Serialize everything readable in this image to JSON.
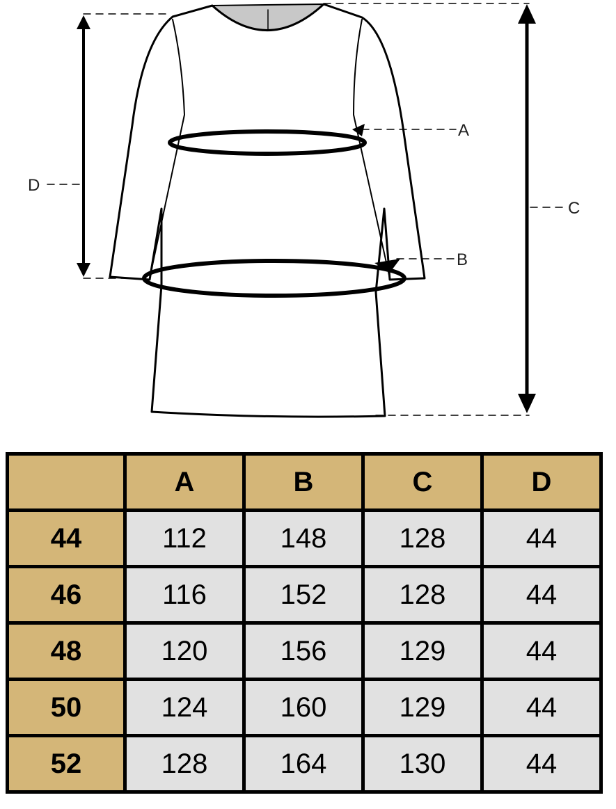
{
  "diagram": {
    "labels": {
      "A": "A",
      "B": "B",
      "C": "C",
      "D": "D"
    }
  },
  "size_table": {
    "columns": [
      "",
      "A",
      "B",
      "C",
      "D"
    ],
    "rows": [
      {
        "size": "44",
        "values": [
          "112",
          "148",
          "128",
          "44"
        ]
      },
      {
        "size": "46",
        "values": [
          "116",
          "152",
          "128",
          "44"
        ]
      },
      {
        "size": "48",
        "values": [
          "120",
          "156",
          "129",
          "44"
        ]
      },
      {
        "size": "50",
        "values": [
          "124",
          "160",
          "129",
          "44"
        ]
      },
      {
        "size": "52",
        "values": [
          "128",
          "164",
          "130",
          "44"
        ]
      }
    ]
  },
  "colors": {
    "header": "#d4b678",
    "cell": "#e1e1e1"
  }
}
